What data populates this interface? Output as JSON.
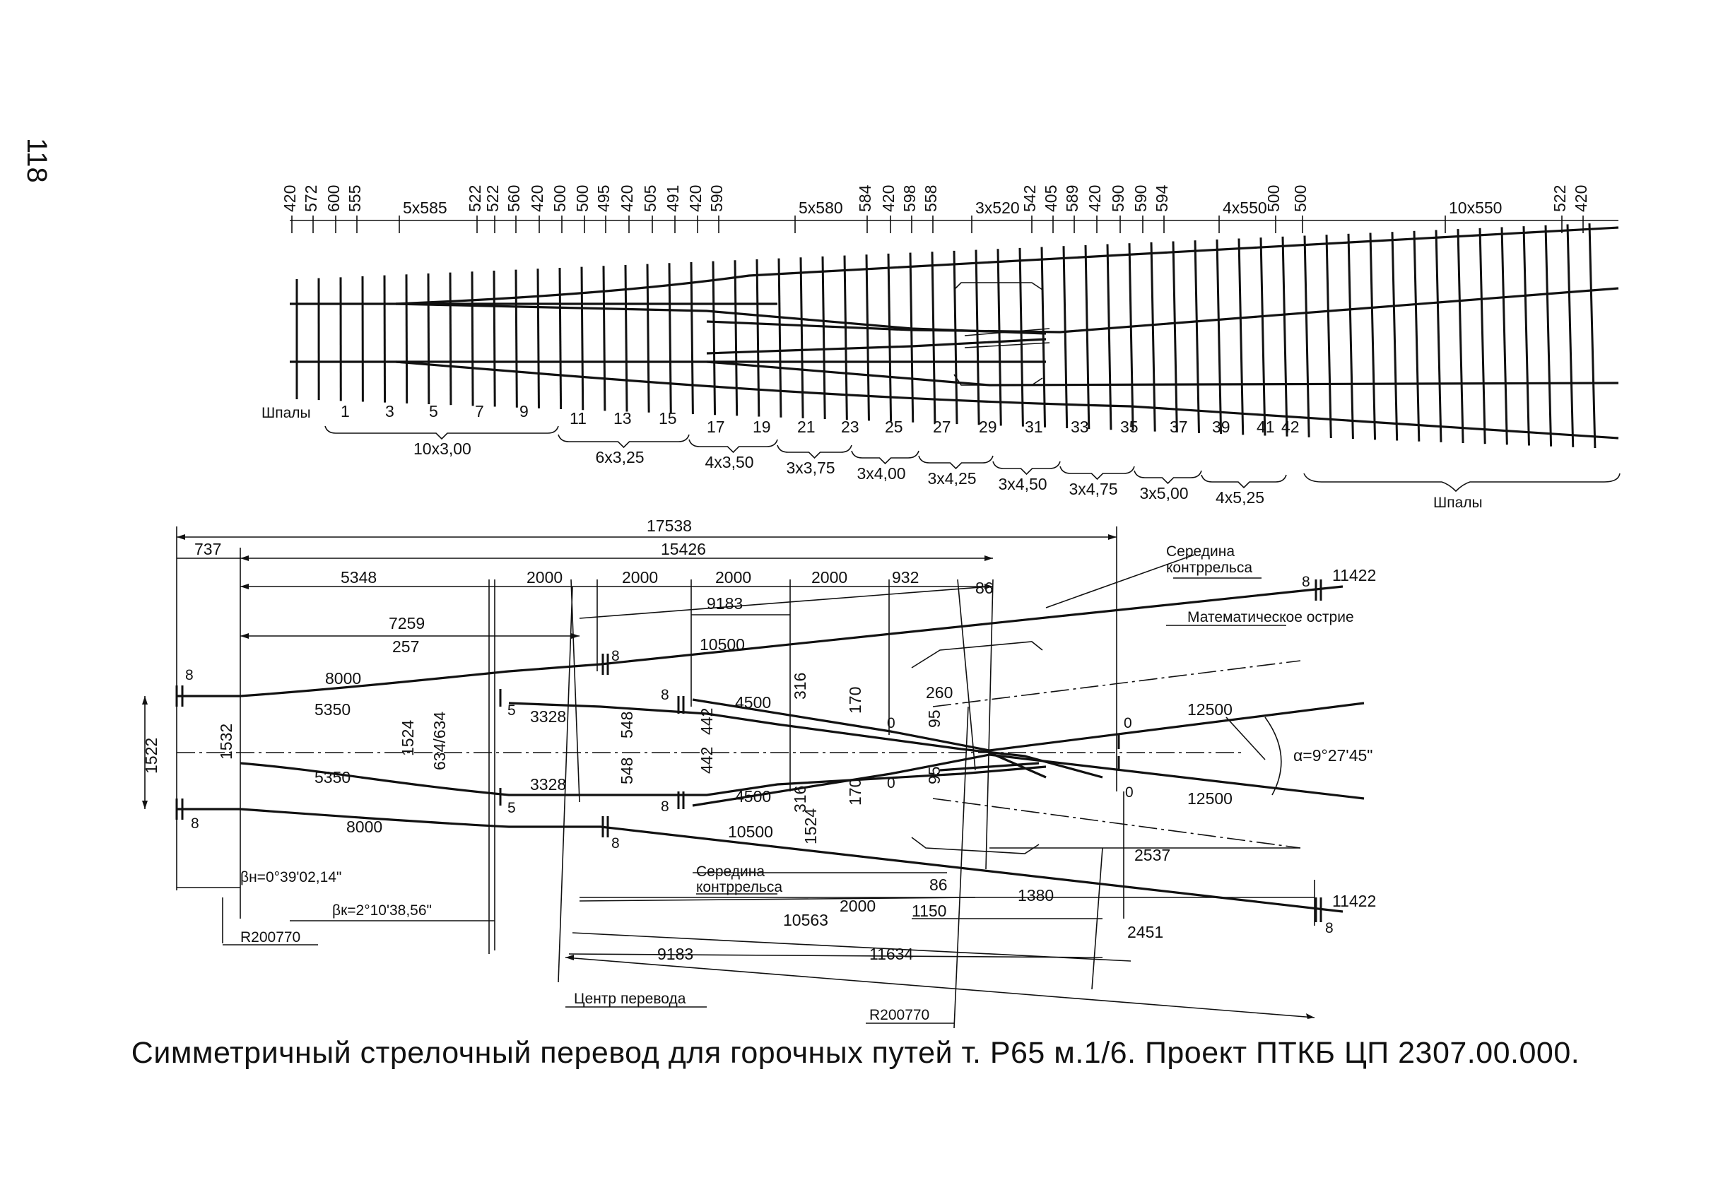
{
  "page_number": "118",
  "caption": "Симметричный стрелочный перевод для горочных путей т. Р65 м.1/6. Проект ПТКБ ЦП 2307.00.000.",
  "sleeper_spacing": [
    "420",
    "572",
    "600",
    "555",
    "5x585",
    "522",
    "522",
    "560",
    "420",
    "500",
    "500",
    "495",
    "420",
    "505",
    "491",
    "420",
    "590",
    "5x580",
    "584",
    "420",
    "598",
    "558",
    "3x520",
    "542",
    "405",
    "589",
    "420",
    "590",
    "590",
    "594",
    "4x550",
    "500",
    "500",
    "10x550",
    "522",
    "420"
  ],
  "sleeper_label": "Шпалы",
  "sleeper_numbers": [
    "1",
    "3",
    "5",
    "7",
    "9",
    "11",
    "13",
    "15",
    "17",
    "19",
    "21",
    "23",
    "25",
    "27",
    "29",
    "31",
    "33",
    "35",
    "37",
    "39",
    "41",
    "42"
  ],
  "sleeper_lengths": [
    "10x3,00",
    "6x3,25",
    "4x3,50",
    "3x3,75",
    "3x4,00",
    "3x4,25",
    "3x4,50",
    "3x4,75",
    "3x5,00",
    "4x5,25"
  ],
  "sleepers_right_label": "Шпалы",
  "top_dims": {
    "total": "17538",
    "d737": "737",
    "d15426": "15426",
    "d5348": "5348",
    "d2000": "2000",
    "d932": "932",
    "d86": "86",
    "d9183": "9183",
    "d7259": "7259",
    "d10500": "10500",
    "d257": "257",
    "d8000": "8000",
    "d5350": "5350",
    "d3328": "3328",
    "d4500": "4500",
    "d316": "316",
    "d170": "170",
    "d260": "260",
    "d95": "95",
    "d12500": "12500",
    "d1522": "1522",
    "d1532": "1532",
    "d1524": "1524",
    "d634": "634/634",
    "d548": "548",
    "d442": "442",
    "d11422": "11422",
    "d2537": "2537",
    "d2451": "2451",
    "d1380": "1380",
    "d1150": "1150",
    "d10563": "10563",
    "d11634": "11634",
    "d9183b": "9183",
    "joint8": "8",
    "joint5": "5",
    "zero": "0"
  },
  "labels": {
    "counter_rail_mid": [
      "Середина",
      "контррельса"
    ],
    "math_point": "Математическое острие",
    "alpha": "α=9°27'45\"",
    "beta_n": "βн=0°39'02,14\"",
    "beta_k": "βк=2°10'38,56\"",
    "radius": "R200770",
    "center": "Центр перевода"
  }
}
